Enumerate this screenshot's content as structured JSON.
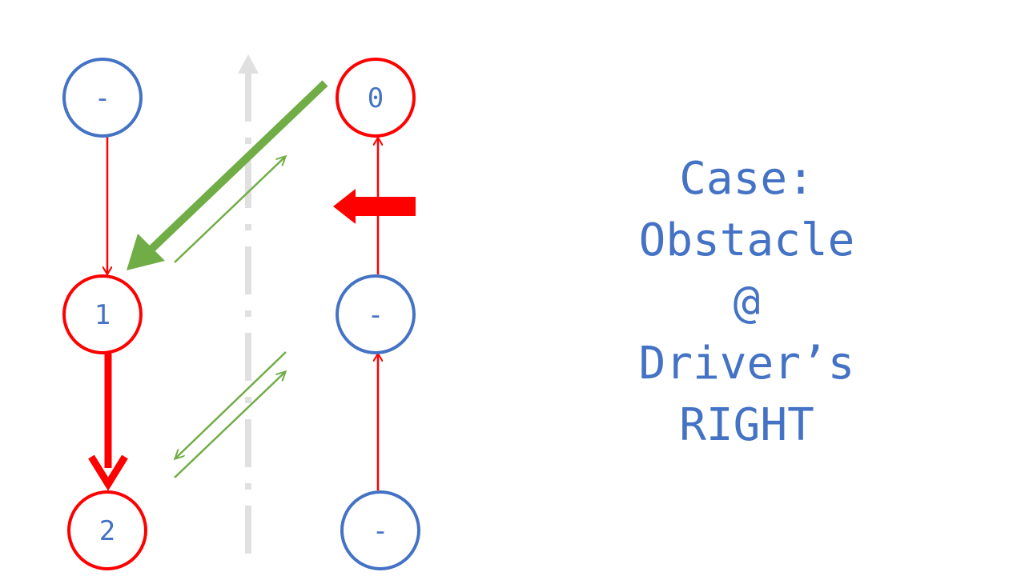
{
  "nodes": {
    "left_top": {
      "label": "-",
      "color": "#4472C4"
    },
    "left_mid": {
      "label": "1",
      "color": "#FF0000"
    },
    "left_bottom": {
      "label": "2",
      "color": "#FF0000"
    },
    "right_top": {
      "label": "0",
      "color": "#FF0000"
    },
    "right_mid": {
      "label": "-",
      "color": "#4472C4"
    },
    "right_bottom": {
      "label": "-",
      "color": "#4472C4"
    }
  },
  "case_title": {
    "line1": "Case:",
    "line2": "Obstacle",
    "line3": "@",
    "line4": "Driver’s",
    "line5": "RIGHT"
  },
  "colors": {
    "text_blue": "#4472C4",
    "red": "#FF0000",
    "green": "#70AD47",
    "divider_gray": "#E0E0E0"
  }
}
